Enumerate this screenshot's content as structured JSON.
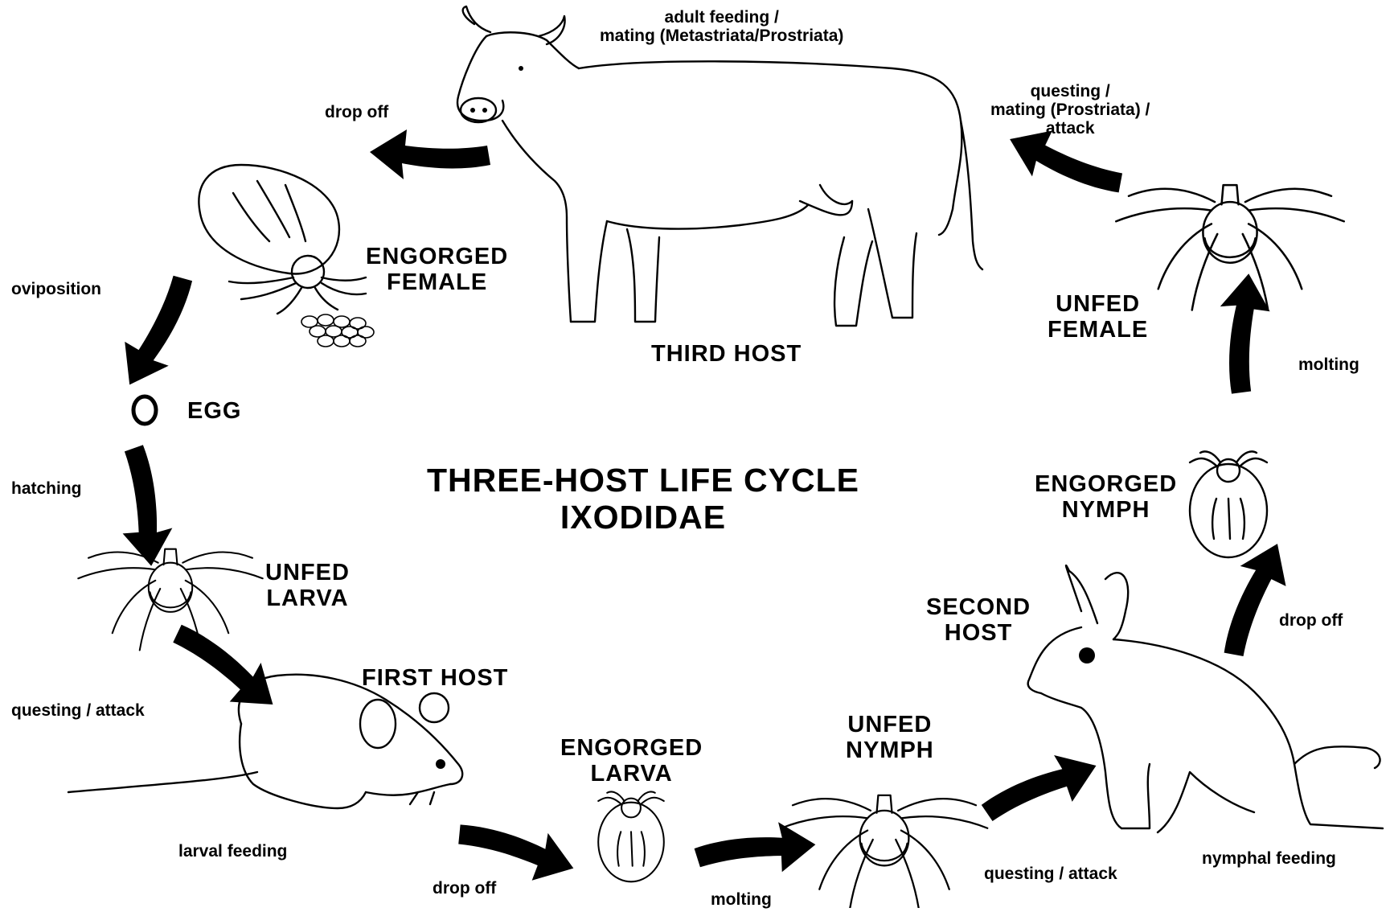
{
  "diagram": {
    "title_line1": "THREE-HOST LIFE CYCLE",
    "title_line2": "IXODIDAE",
    "hosts": {
      "first": "FIRST HOST",
      "second": "SECOND\nHOST",
      "third": "THIRD HOST"
    },
    "stages": {
      "egg": "EGG",
      "unfed_larva": "UNFED\nLARVA",
      "engorged_larva": "ENGORGED\nLARVA",
      "unfed_nymph": "UNFED\nNYMPH",
      "engorged_nymph": "ENGORGED\nNYMPH",
      "unfed_female": "UNFED\nFEMALE",
      "engorged_female": "ENGORGED\nFEMALE"
    },
    "transitions": {
      "oviposition": "oviposition",
      "hatching": "hatching",
      "questing_attack_larva": "questing / attack",
      "larval_feeding": "larval feeding",
      "drop_off_larva": "drop off",
      "molting_larva": "molting",
      "questing_attack_nymph": "questing / attack",
      "nymphal_feeding": "nymphal feeding",
      "drop_off_nymph": "drop off",
      "molting_nymph": "molting",
      "questing_mating_adult": "questing /\nmating (Prostriata) /\nattack",
      "adult_feeding": "adult feeding /\nmating (Metastriata/Prostriata)",
      "drop_off_adult": "drop off"
    },
    "icons": [
      "cow-icon",
      "mouse-icon",
      "rabbit-icon",
      "tick-icon",
      "egg-icon",
      "egg-cluster-icon",
      "cycle-arrow-icon"
    ]
  }
}
